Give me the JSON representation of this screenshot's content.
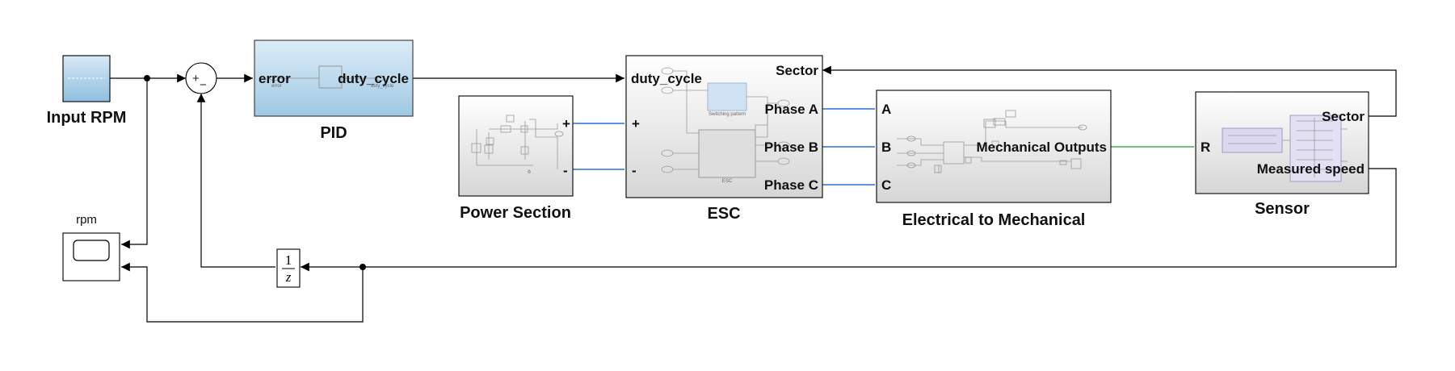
{
  "blocks": {
    "input_rpm": "Input RPM",
    "pid": "PID",
    "power_section": "Power Section",
    "esc": "ESC",
    "elec_to_mech": "Electrical to Mechanical",
    "sensor": "Sensor",
    "scope": "rpm"
  },
  "ports": {
    "pid_in": "error",
    "pid_out": "duty_cycle",
    "pid_inner_in": "error",
    "pid_inner_out": "duty_cycle",
    "esc_duty": "duty_cycle",
    "esc_plus": "+",
    "esc_minus": "-",
    "esc_sector": "Sector",
    "esc_phase_a": "Phase A",
    "esc_phase_b": "Phase B",
    "esc_phase_c": "Phase C",
    "esc_inner_switch": "Switching pattern",
    "esc_inner_esc": "ESC",
    "ps_plus": "+",
    "ps_minus": "-",
    "em_a": "A",
    "em_b": "B",
    "em_c": "C",
    "em_out": "Mechanical Outputs",
    "sensor_r": "R",
    "sensor_sector": "Sector",
    "sensor_speed": "Measured speed"
  },
  "sum": {
    "plus": "+",
    "minus": "−"
  },
  "delay": {
    "num": "1",
    "den": "z"
  },
  "colors": {
    "pid_fill_top": "#dcecf7",
    "pid_fill_bottom": "#9fc8e3",
    "gray_fill_top": "#ffffff",
    "gray_fill_bottom": "#d9d9d9",
    "physical_wire": "#2f6fd6",
    "mechanical_wire": "#37b24d"
  }
}
